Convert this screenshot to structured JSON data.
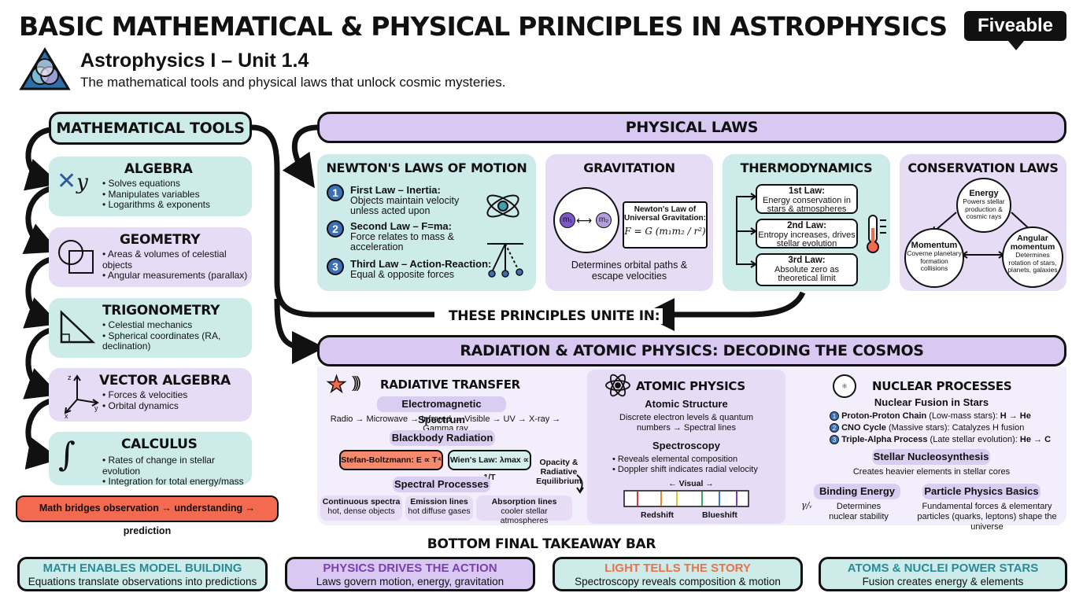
{
  "title": "BASIC MATHEMATICAL & PHYSICAL PRINCIPLES IN ASTROPHYSICS",
  "brand": "Fiveable",
  "subtitle": "Astrophysics I – Unit 1.4",
  "tagline": "The mathematical tools and physical laws that unlock cosmic mysteries.",
  "math": {
    "header": "MATHEMATICAL TOOLS",
    "algebra": {
      "title": "ALGEBRA",
      "bullets": [
        "Solves equations",
        "Manipulates variables",
        "Logarithms & exponents"
      ]
    },
    "geometry": {
      "title": "GEOMETRY",
      "bullets": [
        "Areas & volumes of celestial objects",
        "Angular measurements (parallax)"
      ]
    },
    "trig": {
      "title": "TRIGONOMETRY",
      "bullets": [
        "Celestial mechanics",
        "Spherical coordinates (RA, declination)"
      ]
    },
    "vector": {
      "title": "VECTOR ALGEBRA",
      "bullets": [
        "Forces & velocities",
        "Orbital dynamics"
      ],
      "axis_labels": [
        "z",
        "y",
        "x"
      ]
    },
    "calculus": {
      "title": "CALCULUS",
      "bullets": [
        "Rates of change in stellar evolution",
        "Integration for total energy/mass"
      ]
    },
    "bridge": "Math bridges observation → understanding → prediction"
  },
  "physical": {
    "header": "PHYSICAL LAWS",
    "newton": {
      "title": "NEWTON'S LAWS OF MOTION",
      "laws": [
        {
          "num": "1",
          "title": "First Law – Inertia:",
          "desc": "Objects maintain velocity unless acted upon"
        },
        {
          "num": "2",
          "title": "Second Law – F=ma:",
          "desc": "Force relates to mass & acceleration"
        },
        {
          "num": "3",
          "title": "Third Law – Action-Reaction:",
          "desc": "Equal & opposite forces"
        }
      ]
    },
    "gravitation": {
      "title": "GRAVITATION",
      "m1": "m₁",
      "m2": "m₂",
      "law_title": "Newton's Law of Universal Gravitation:",
      "formula": "F = G (m₁m₂ / r²)",
      "desc": "Determines orbital paths & escape velocities"
    },
    "thermo": {
      "title": "THERMODYNAMICS",
      "laws": [
        {
          "title": "1st Law:",
          "desc": "Energy conservation in stars & atmospheres"
        },
        {
          "title": "2nd Law:",
          "desc": "Entropy increases, drives stellar evolution"
        },
        {
          "title": "3rd Law:",
          "desc": "Absolute zero as theoretical limit"
        }
      ]
    },
    "conservation": {
      "title": "CONSERVATION LAWS",
      "energy": {
        "title": "Energy",
        "desc": "Powers stellar production & cosmic rays"
      },
      "momentum": {
        "title": "Momentum",
        "desc": "Coverne planetary formation collisions"
      },
      "angular": {
        "title": "Angular momentum",
        "desc": "Determines rotation of stars, planets, galaxies"
      }
    }
  },
  "unite": "THESE PRINCIPLES UNITE IN:",
  "radiation": {
    "header": "RADIATION & ATOMIC PHYSICS: DECODING THE COSMOS",
    "transfer": {
      "title": "RADIATIVE TRANSFER",
      "em_title": "Electromagnetic Spectrum",
      "em_desc": "Radio → Microwave → Infrared → Visible → UV → X-ray → Gamma ray",
      "bb_title": "Blackbody Radiation",
      "stefan": "Stefan-Boltzmann: E ∝ T⁴",
      "wien": "Wien's Law: λmax ∝ 1/T",
      "opacity": "Opacity & Radiative Equilibrium",
      "sp_title": "Spectral Processes",
      "processes": [
        {
          "title": "Continuous spectra",
          "desc": "hot, dense objects"
        },
        {
          "title": "Emission lines",
          "desc": "hot diffuse gases"
        },
        {
          "title": "Absorption lines",
          "desc": "cooler stellar atmospheres"
        }
      ]
    },
    "atomic": {
      "title": "ATOMIC PHYSICS",
      "struct_title": "Atomic Structure",
      "struct_desc": "Discrete electron levels & quantum numbers → Spectral lines",
      "spec_title": "Spectroscopy",
      "spec_bullets": [
        "Reveals elemental composition",
        "Doppler shift indicates radial velocity"
      ],
      "visual": "Visual",
      "redshift": "Redshift",
      "blueshift": "Blueshift"
    },
    "nuclear": {
      "title": "NUCLEAR PROCESSES",
      "fusion_title": "Nuclear Fusion in Stars",
      "chains": [
        {
          "num": "1",
          "name": "Proton-Proton Chain",
          "mid": " (Low-mass stars): ",
          "result": "H → He"
        },
        {
          "num": "2",
          "name": "CNO Cycle",
          "mid": " (Massive stars): Catalyzes H fusion",
          "result": ""
        },
        {
          "num": "3",
          "name": "Triple-Alpha Process",
          "mid": " (Late stellar evolution): ",
          "result": "He → C"
        }
      ],
      "synth_title": "Stellar Nucleosynthesis",
      "synth_desc": "Creates heavier elements in stellar cores",
      "binding_title": "Binding Energy",
      "binding_desc": "Determines nuclear stability",
      "particle_title": "Particle Physics Basics",
      "particle_desc": "Fundamental forces & elementary particles (quarks, leptons) shape the universe"
    }
  },
  "takeaway_header": "BOTTOM FINAL TAKEAWAY BAR",
  "takeaways": [
    {
      "title": "MATH ENABLES MODEL BUILDING",
      "desc": "Equations translate observations into predictions",
      "color": "#2a8a9a"
    },
    {
      "title": "PHYSICS DRIVES THE ACTION",
      "desc": "Laws govern motion, energy, gravitation",
      "color": "#7a3fb0"
    },
    {
      "title": "LIGHT TELLS THE STORY",
      "desc": "Spectroscopy reveals composition & motion",
      "color": "#e8734e"
    },
    {
      "title": "ATOMS & NUCLEI POWER STARS",
      "desc": "Fusion creates energy & elements",
      "color": "#2a8a9a"
    }
  ]
}
